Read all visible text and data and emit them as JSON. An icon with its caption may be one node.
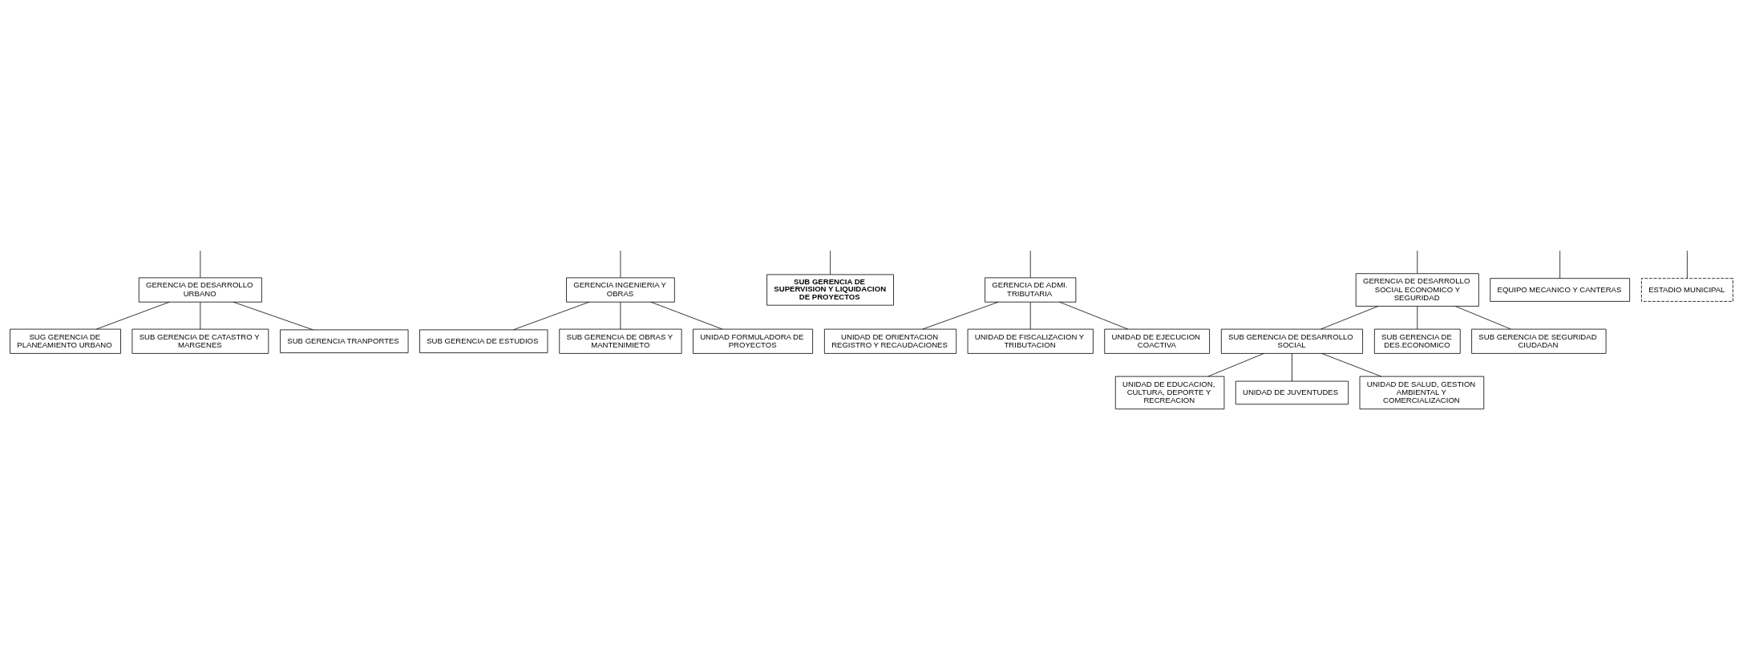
{
  "diagram": {
    "nodes": [
      {
        "text": [
          "GERENCIA DE DESARROLLO URBANO"
        ]
      },
      {
        "text": [
          "SUG GERENCIA DE PLANEAMIENTO URBANO"
        ]
      },
      {
        "text": [
          "SUB GERENCIA DE CATASTRO Y MARGENES"
        ]
      },
      {
        "text": [
          "SUB GERENCIA TRANPORTES"
        ]
      },
      {
        "text": [
          "GERENCIA INGENIERIA Y OBRAS"
        ]
      },
      {
        "text": [
          "SUB GERENCIA DE ESTUDIOS"
        ]
      },
      {
        "text": [
          "SUB GERENCIA DE OBRAS Y MANTENIMIETO"
        ]
      },
      {
        "text": [
          "UNIDAD FORMULADORA DE PROYECTOS"
        ]
      },
      {
        "text": [
          "SUB GERENCIA DE SUPERVISION Y LIQUIDACION DE PROYECTOS"
        ]
      },
      {
        "text": [
          "GERENCIA DE ADMI. TRIBUTARIA"
        ]
      },
      {
        "text": [
          "UNIDAD DE ORIENTACION REGISTRO Y RECAUDACIONES"
        ]
      },
      {
        "text": [
          "UNIDAD DE FISCALIZACION Y TRIBUTACION"
        ]
      },
      {
        "text": [
          "UNIDAD DE EJECUCION COACTIVA"
        ]
      },
      {
        "text": [
          "GERENCIA DE DESARROLLO SOCIAL ECONOMICO Y SEGURIDAD"
        ]
      },
      {
        "text": [
          "SUB GERENCIA DE DESARROLLO SOCIAL"
        ]
      },
      {
        "text": [
          "SUB GERENCIA DE DES.ECONOMICO"
        ]
      },
      {
        "text": [
          "SUB GERENCIA DE SEGURIDAD CIUDADAN"
        ]
      },
      {
        "text": [
          "UNIDAD DE EDUCACION, CULTURA, DEPORTE Y RECREACION"
        ]
      },
      {
        "text": [
          "UNIDAD DE JUVENTUDES"
        ]
      },
      {
        "text": [
          "UNIDAD DE SALUD, GESTION AMBIENTAL Y COMERCIALIZACION"
        ]
      },
      {
        "text": [
          "EQUIPO MECANICO Y CANTERAS"
        ]
      },
      {
        "text": [
          "ESTADIO MUNICIPAL"
        ]
      }
    ],
    "edges": [
      {
        "from": null,
        "to": 0,
        "arrow": "none"
      },
      {
        "from": null,
        "to": 4,
        "arrow": "none"
      },
      {
        "from": null,
        "to": 8,
        "arrow": "none"
      },
      {
        "from": null,
        "to": 9,
        "arrow": "none"
      },
      {
        "from": null,
        "to": 13,
        "arrow": "none"
      },
      {
        "from": 0,
        "to": 1,
        "arrow": "none"
      },
      {
        "from": 0,
        "to": 2,
        "arrow": "none"
      },
      {
        "from": 0,
        "to": 3,
        "arrow": "none"
      },
      {
        "from": 4,
        "to": 5,
        "arrow": "none"
      },
      {
        "from": 4,
        "to": 6,
        "arrow": "none"
      },
      {
        "from": 4,
        "to": 7,
        "arrow": "none"
      },
      {
        "from": 9,
        "to": 10,
        "arrow": "none"
      },
      {
        "from": 9,
        "to": 11,
        "arrow": "none"
      },
      {
        "from": 9,
        "to": 12,
        "arrow": "none"
      },
      {
        "from": 13,
        "to": 14,
        "arrow": "none"
      },
      {
        "from": 13,
        "to": 15,
        "arrow": "none"
      },
      {
        "from": 13,
        "to": 16,
        "arrow": "none"
      },
      {
        "from": 14,
        "to": 17,
        "arrow": "none"
      },
      {
        "from": 14,
        "to": 18,
        "arrow": "none"
      },
      {
        "from": 14,
        "to": 19,
        "arrow": "none"
      },
      {
        "from": null,
        "to": 20,
        "arrow": "none"
      },
      {
        "from": null,
        "to": 21,
        "arrow": "none"
      }
    ]
  }
}
